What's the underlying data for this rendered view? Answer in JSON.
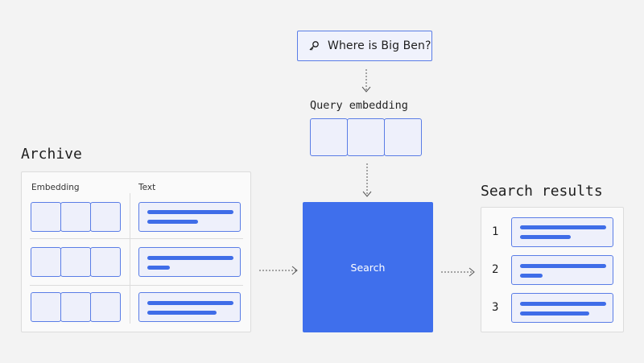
{
  "query": {
    "text": "Where is Big Ben?",
    "icon": "search-key-icon"
  },
  "query_embedding": {
    "label": "Query embedding",
    "cells": 3
  },
  "archive": {
    "title": "Archive",
    "columns": {
      "embedding": "Embedding",
      "text": "Text"
    },
    "rows": 3
  },
  "search": {
    "label": "Search"
  },
  "search_results": {
    "title": "Search results",
    "ranks": [
      "1",
      "2",
      "3"
    ]
  },
  "colors": {
    "background": "#f3f3f3",
    "accent": "#3f6fec",
    "cell_border": "#5a7de6",
    "cell_fill": "#eef0fb",
    "panel_border": "#dcdcdc"
  }
}
